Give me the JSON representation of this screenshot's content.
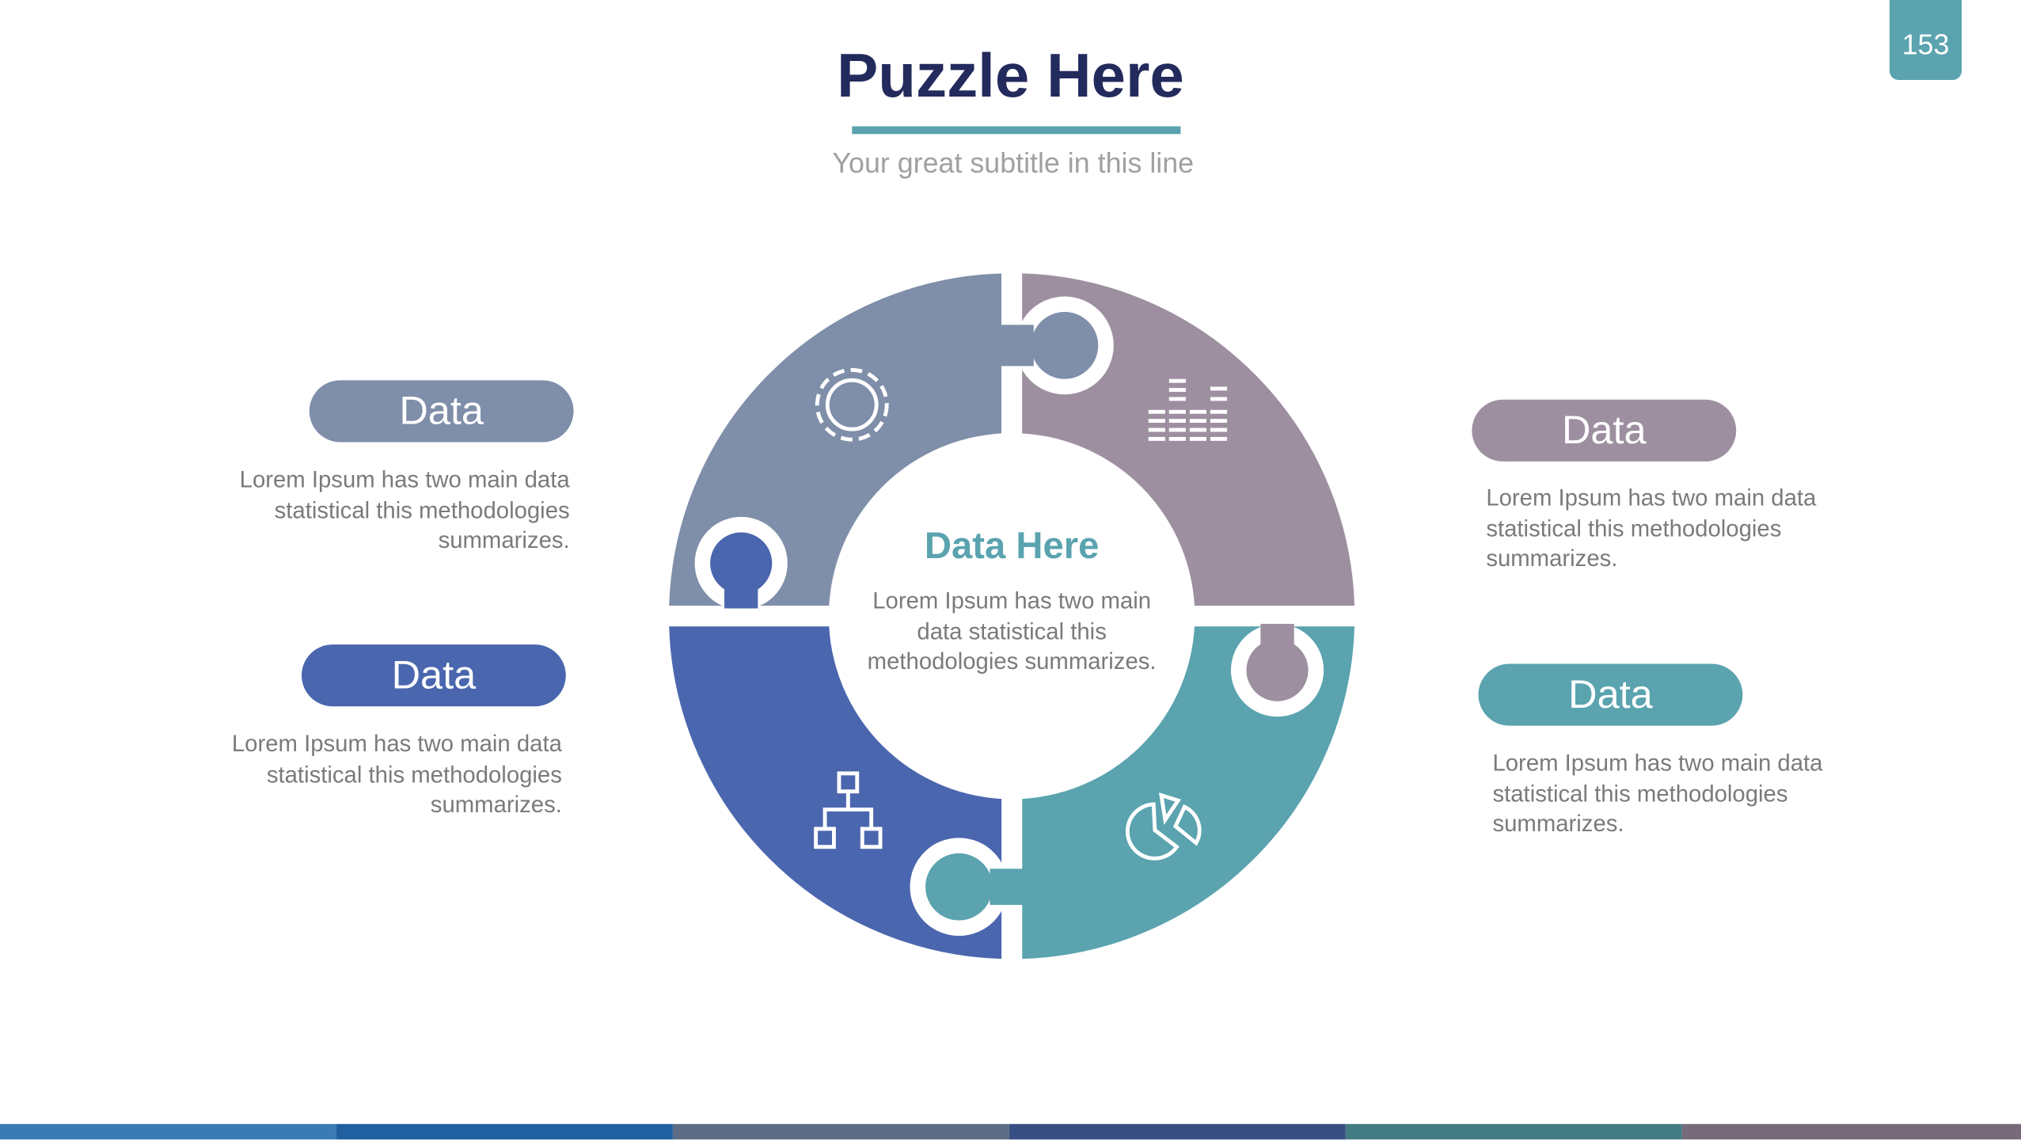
{
  "header": {
    "title": "Puzzle Here",
    "subtitle": "Your great subtitle in this line",
    "page_number": "153"
  },
  "center": {
    "title": "Data Here",
    "text": "Lorem Ipsum has two main data statistical this methodologies summarizes."
  },
  "items": [
    {
      "label": "Data",
      "text": "Lorem Ipsum has two main data statistical this methodologies summarizes.",
      "color": "#7f8ea9",
      "icon": "gear-icon"
    },
    {
      "label": "Data",
      "text": "Lorem Ipsum has two main data statistical this methodologies summarizes.",
      "color": "#4a66ae",
      "icon": "hierarchy-icon"
    },
    {
      "label": "Data",
      "text": "Lorem Ipsum has two main data statistical this methodologies summarizes.",
      "color": "#9d8fa0",
      "icon": "bar-chart-icon"
    },
    {
      "label": "Data",
      "text": "Lorem Ipsum has two main data statistical this methodologies summarizes.",
      "color": "#5aa3af",
      "icon": "pie-chart-icon"
    }
  ],
  "footer_colors": [
    "#3a7ab5",
    "#2060a0",
    "#5c6c84",
    "#374f82",
    "#437b83",
    "#776a79"
  ]
}
